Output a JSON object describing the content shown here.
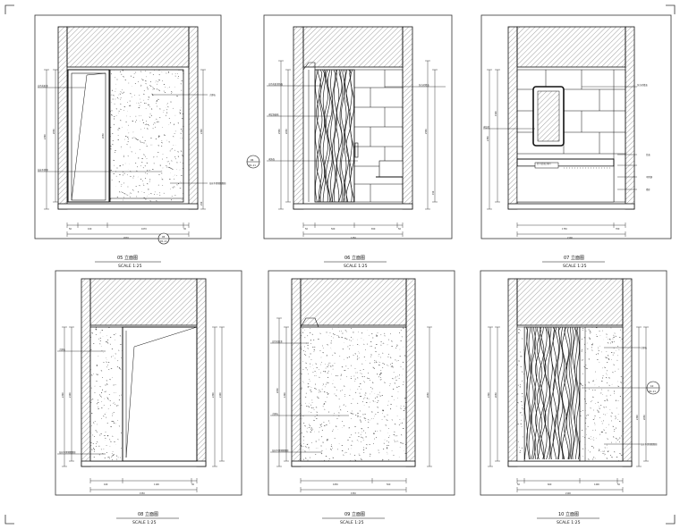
{
  "drawing_sheet": {
    "views": [
      {
        "id": "v05",
        "title": "05 立面图",
        "scale": "SCALE 1:25",
        "callout": {
          "top": "05",
          "bottom": "D1-11"
        },
        "dims_bottom": [
          "50",
          "100",
          "1070",
          "30"
        ],
        "dim_total": "2070",
        "dim_left_vertical": "2300",
        "dim_left_inner": "2050",
        "dim_right_vertical": "2300",
        "dim_right_inner": "250",
        "labels_left": [
          "白色乳胶漆",
          "拉丝不锈钢"
        ],
        "labels_right": [
          "大理石",
          "拉丝不锈钢踢脚线"
        ]
      },
      {
        "id": "v06",
        "title": "06 立面图",
        "scale": "SCALE 1:25",
        "callout": {
          "top": "06",
          "bottom": "D1-11"
        },
        "dims_bottom": [
          "50",
          "500",
          "650",
          "50"
        ],
        "dim_total": "1250",
        "dim_left_vertical": "2550",
        "dim_left_inner": "2050",
        "dim_right_vertical": "2550",
        "dim_right_inner": "150",
        "labels_left": [
          "白色乳胶漆饰面",
          "木纹饰面板",
          "木饰面"
        ],
        "labels_right": [
          "仿古砖墙面"
        ]
      },
      {
        "id": "v07",
        "title": "07 立面图",
        "scale": "SCALE 1:25",
        "dims_bottom": [
          "1750",
          "350"
        ],
        "dim_total": "2100",
        "dim_left_vertical": "2350",
        "dim_left_inner": "1500",
        "labels_left": [
          "木纹砖"
        ],
        "labels_right": [
          "仿古砖墙面",
          "台面",
          "不锈钢",
          "墙砖"
        ],
        "counter_text": "台下盆(见大样)"
      },
      {
        "id": "v08",
        "title": "08 立面图",
        "scale": "SCALE 1:25",
        "dims_bottom": [
          "420",
          "1100",
          "30"
        ],
        "dim_total": "1550",
        "dim_left_vertical": "2300",
        "dim_left_inner": "2100",
        "dim_right_vertical": "2300",
        "dim_right_inner": "2100",
        "labels_left": [
          "大理石",
          "拉丝不锈钢踢脚线"
        ]
      },
      {
        "id": "v09",
        "title": "09 立面图",
        "scale": "SCALE 1:25",
        "dims_bottom": [
          "1050",
          "500"
        ],
        "dim_total": "1550",
        "dim_left_vertical": "2050",
        "dim_left_inner": "1300",
        "dim_right_vertical": "2050",
        "labels_left": [
          "白色乳胶漆",
          "大理石",
          "拉丝不锈钢踢脚线"
        ]
      },
      {
        "id": "v10",
        "title": "10 立面图",
        "scale": "SCALE 1:25",
        "callout": {
          "top": "10",
          "bottom": "D1-11"
        },
        "dims_bottom": [
          "50",
          "600",
          "1400",
          "50"
        ],
        "dim_total": "2100",
        "dim_left_vertical": "2300",
        "dim_left_inner": "2050",
        "dim_right_vertical": "2300",
        "dim_right_inner": "2050",
        "labels_right": [
          "大理石",
          "拉丝不锈钢踢脚线"
        ]
      }
    ]
  },
  "colors": {
    "line": "#111111",
    "frame": "#333333",
    "hatch": "#444444",
    "background": "#ffffff"
  }
}
